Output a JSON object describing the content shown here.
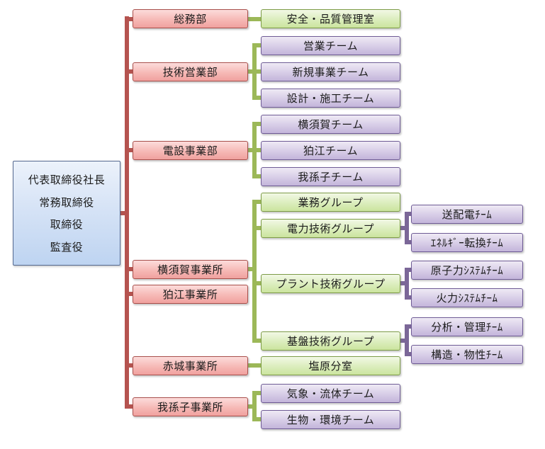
{
  "diagram": {
    "title": "organization chart",
    "executive": {
      "line1": "代表取締役社長",
      "line2": "常務取締役",
      "line3": "取締役",
      "line4": "監査役"
    },
    "departments": {
      "soumu": "総務部",
      "gijutsu_eigyo": "技術営業部",
      "densetsu": "電設事業部",
      "yokosuka_office": "横須賀事業所",
      "komae_office": "狛江事業所",
      "akagi_office": "赤城事業所",
      "abiko_office": "我孫子事業所"
    },
    "groups": {
      "anzen": "安全・品質管理室",
      "gyomu": "業務グループ",
      "denryoku": "電力技術グループ",
      "plant": "プラント技術グループ",
      "kiban": "基盤技術グループ",
      "shiobara": "塩原分室"
    },
    "teams": {
      "eigyo": "営業チーム",
      "shinki": "新規事業チーム",
      "sekkei": "設計・施工チーム",
      "yokosuka": "横須賀チーム",
      "komae": "狛江チーム",
      "abiko": "我孫子チーム",
      "souhaiden": "送配電ﾁｰﾑ",
      "energy": "ｴﾈﾙｷﾞｰ転換ﾁｰﾑ",
      "genshiryoku": "原子力ｼｽﾃﾑﾁｰﾑ",
      "karyoku": "火力ｼｽﾃﾑﾁｰﾑ",
      "bunseki": "分析・管理ﾁｰﾑ",
      "kouzou": "構造・物性ﾁｰﾑ",
      "kisho": "気象・流体チーム",
      "seibutsu": "生物・環境チーム"
    },
    "colors": {
      "department_border": "#a84f4b",
      "group_border": "#7d9c47",
      "team_border": "#6e5b95",
      "executive_border": "#54688f",
      "line_red": "#b5534f",
      "line_green": "#9cb858",
      "line_purple": "#7b6798"
    }
  }
}
